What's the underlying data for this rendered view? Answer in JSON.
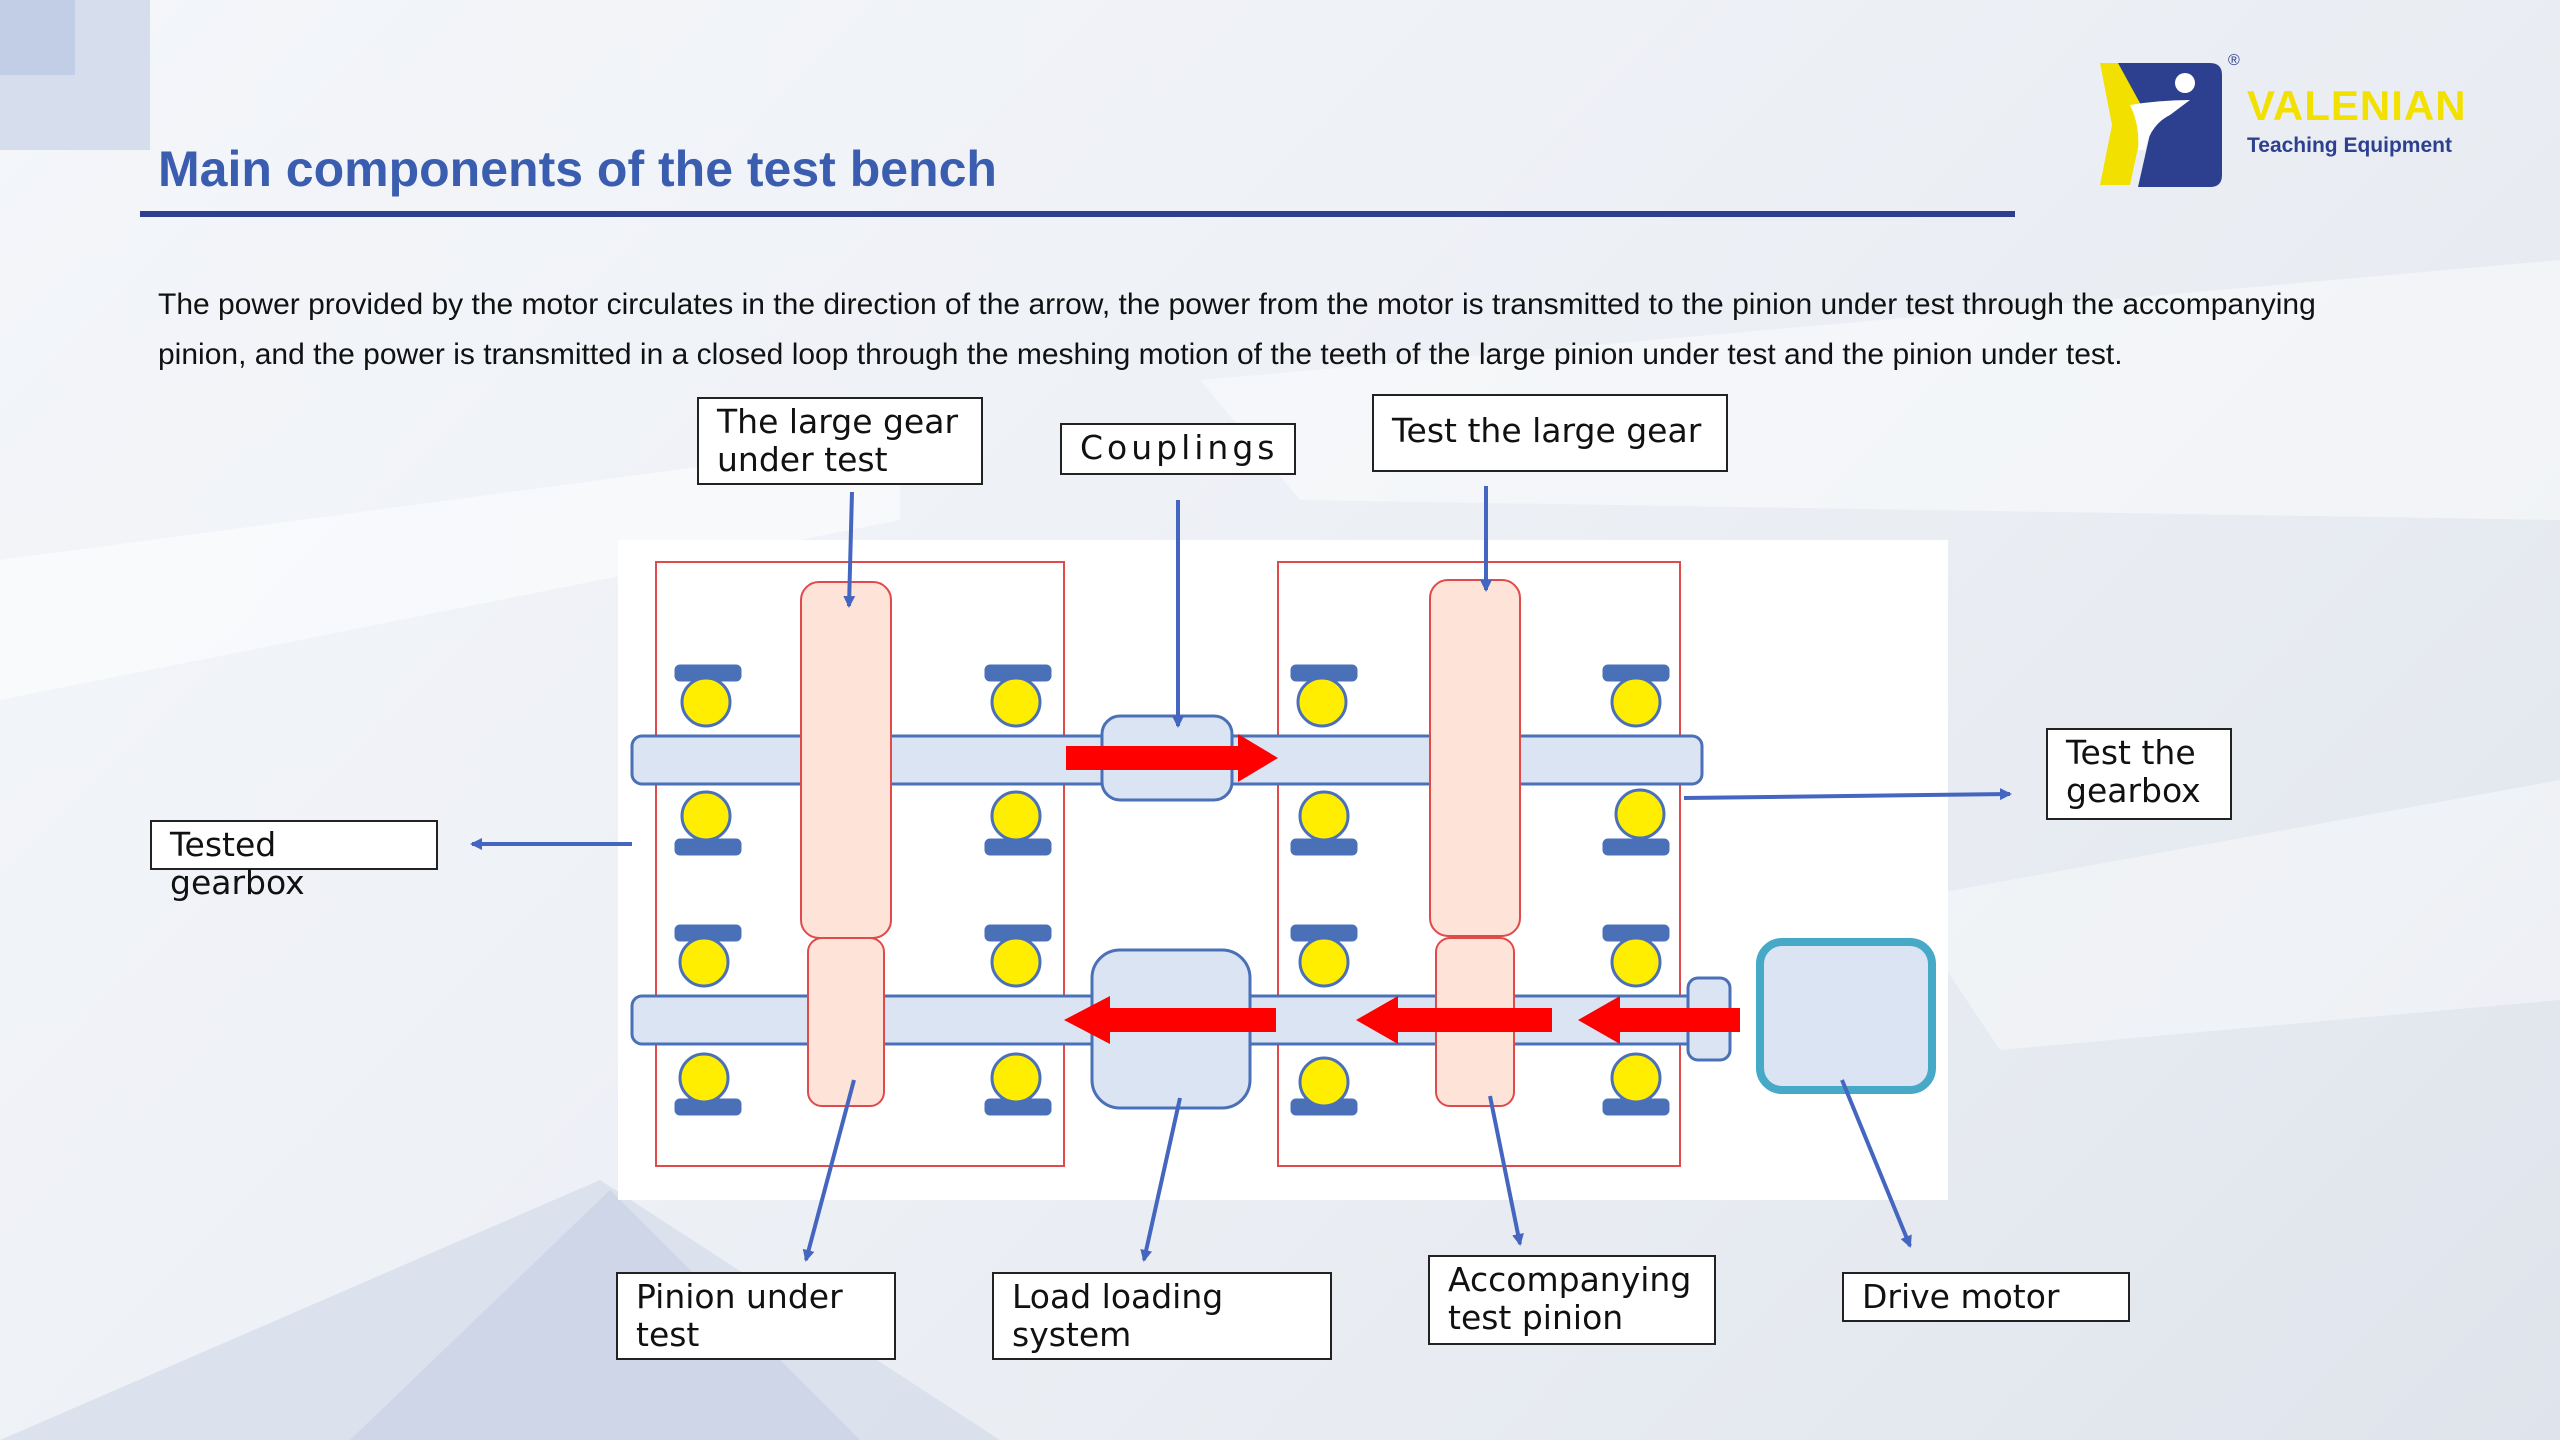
{
  "slide": {
    "title": "Main components of the test bench",
    "description": "The power provided by the motor circulates in the direction of the arrow, the power from the motor is transmitted to the pinion under test through the accompanying pinion, and the power is transmitted in a closed loop through the meshing motion of the teeth of the large pinion under test and the pinion under test."
  },
  "logo": {
    "name": "VALENIAN",
    "tagline": "Teaching Equipment",
    "registered_mark": "®"
  },
  "labels": {
    "large_gear_under_test": "The large gear under test",
    "couplings": "Couplings",
    "test_large_gear": "Test the large gear",
    "test_gearbox": "Test the gearbox",
    "tested_gearbox": "Tested gearbox",
    "pinion_under_test": "Pinion under test",
    "load_loading_system": "Load loading system",
    "accompanying_test_pinion": "Accompanying test pinion",
    "drive_motor": "Drive motor"
  },
  "colors": {
    "title": "#3a5db0",
    "rule": "#2d3f8f",
    "arrow_leader": "#4466c0",
    "power_arrow": "#ff0000",
    "gearbox_outline": "#e04a4a",
    "gear_fill": "#fde3d8",
    "shaft_fill": "#dbe4f2",
    "bearing_ball": "#ffee00",
    "bearing_race": "#4a70b8",
    "motor_outline": "#46a9c7"
  }
}
